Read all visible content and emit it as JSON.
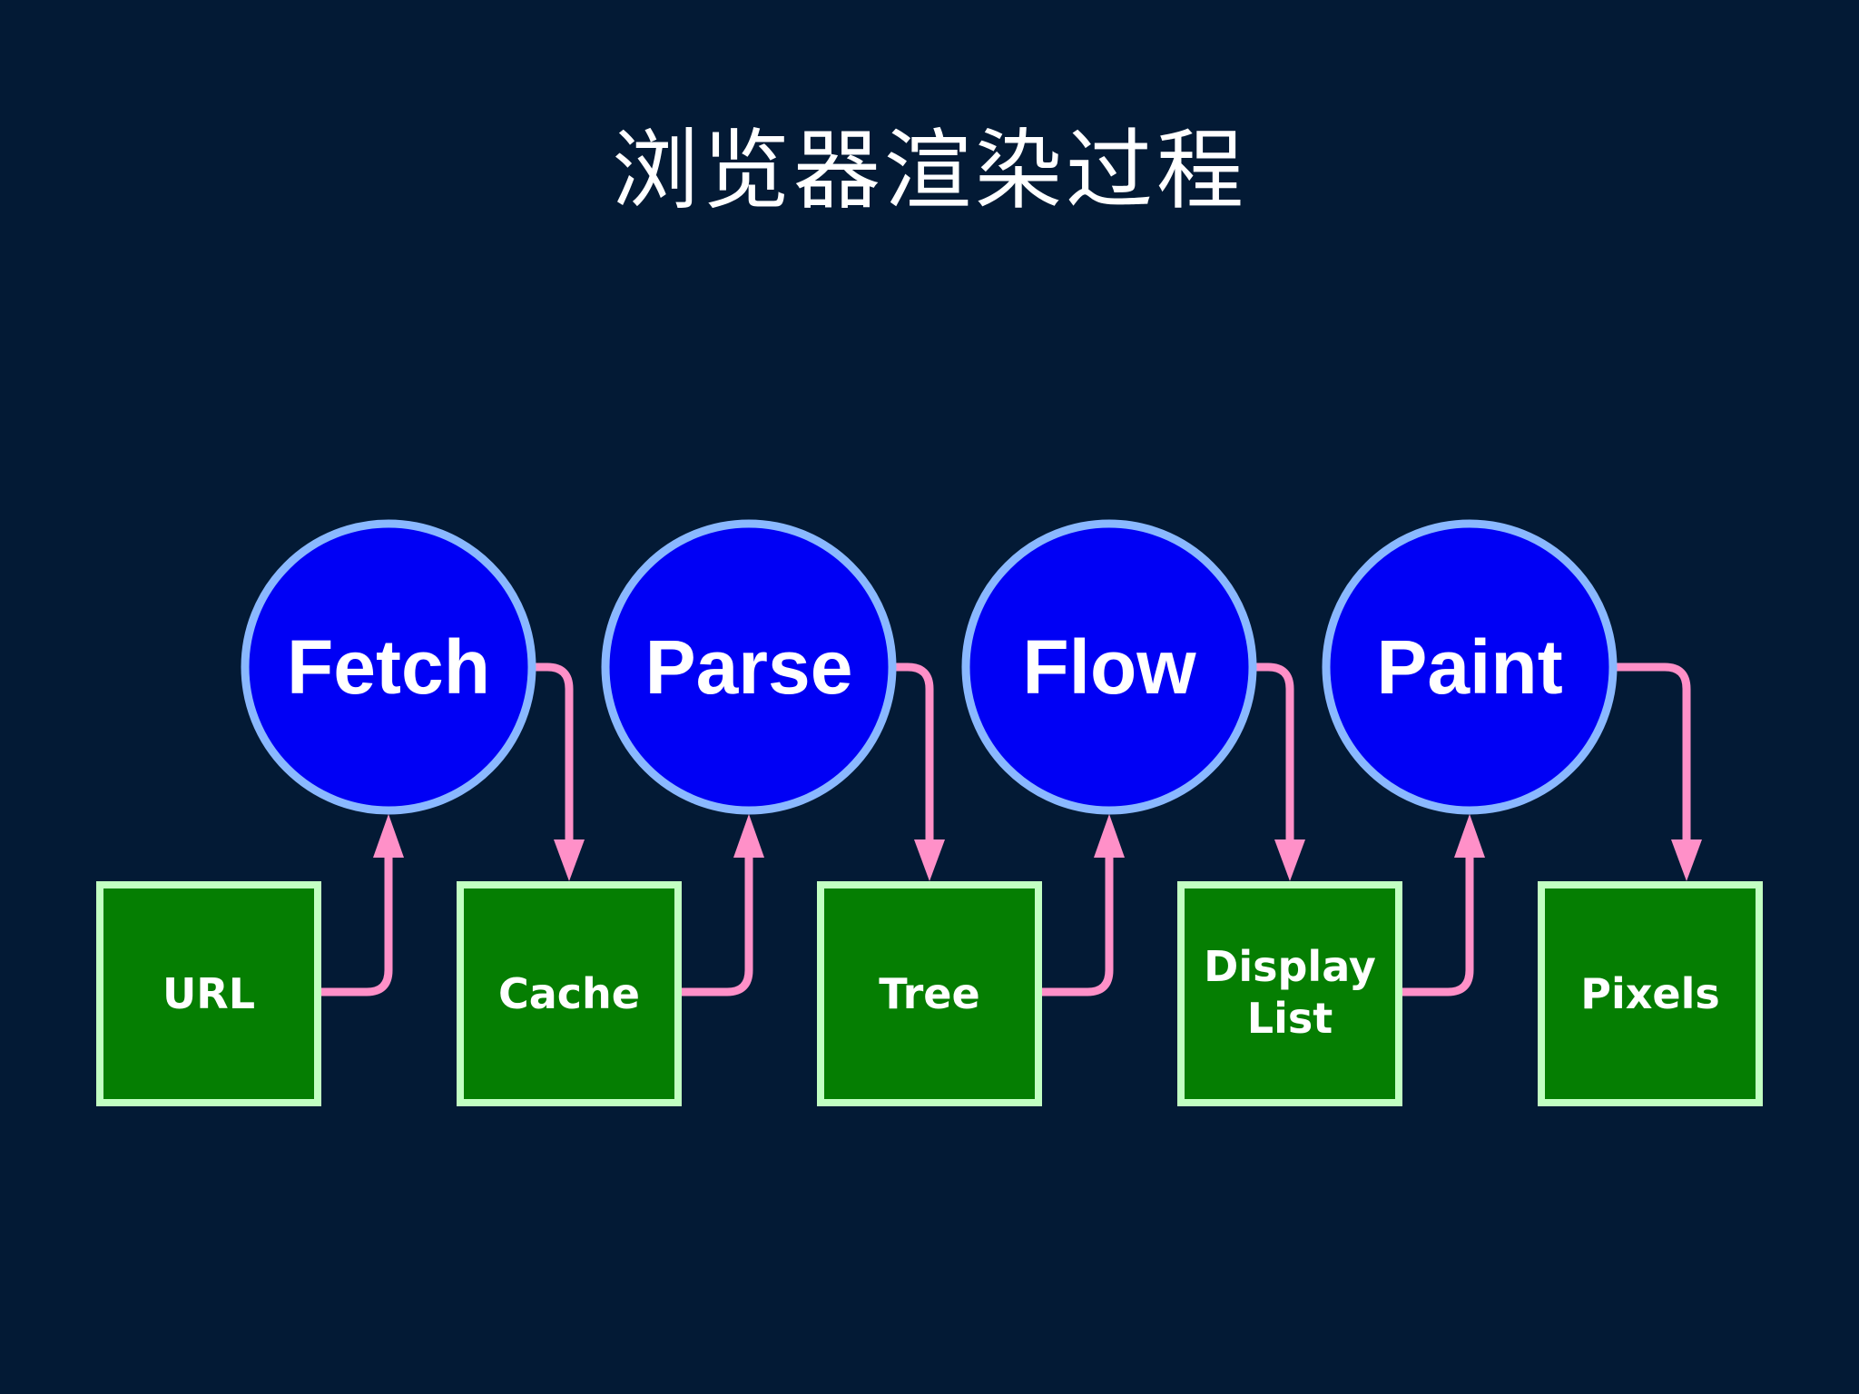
{
  "slide": {
    "title": "浏览器渲染过程"
  },
  "processes": [
    {
      "label": "Fetch"
    },
    {
      "label": "Parse"
    },
    {
      "label": "Flow"
    },
    {
      "label": "Paint"
    }
  ],
  "data_boxes": [
    {
      "lines": [
        "URL"
      ]
    },
    {
      "lines": [
        "Cache"
      ]
    },
    {
      "lines": [
        "Tree"
      ]
    },
    {
      "lines": [
        "Display",
        "List"
      ]
    },
    {
      "lines": [
        "Pixels"
      ]
    }
  ],
  "colors": {
    "background": "#031a35",
    "process_fill": "#0000f5",
    "process_stroke": "#8ab8ff",
    "box_fill": "#057e02",
    "box_stroke": "#c2ffc2",
    "arrow": "#ff90c8",
    "text": "#ffffff"
  }
}
